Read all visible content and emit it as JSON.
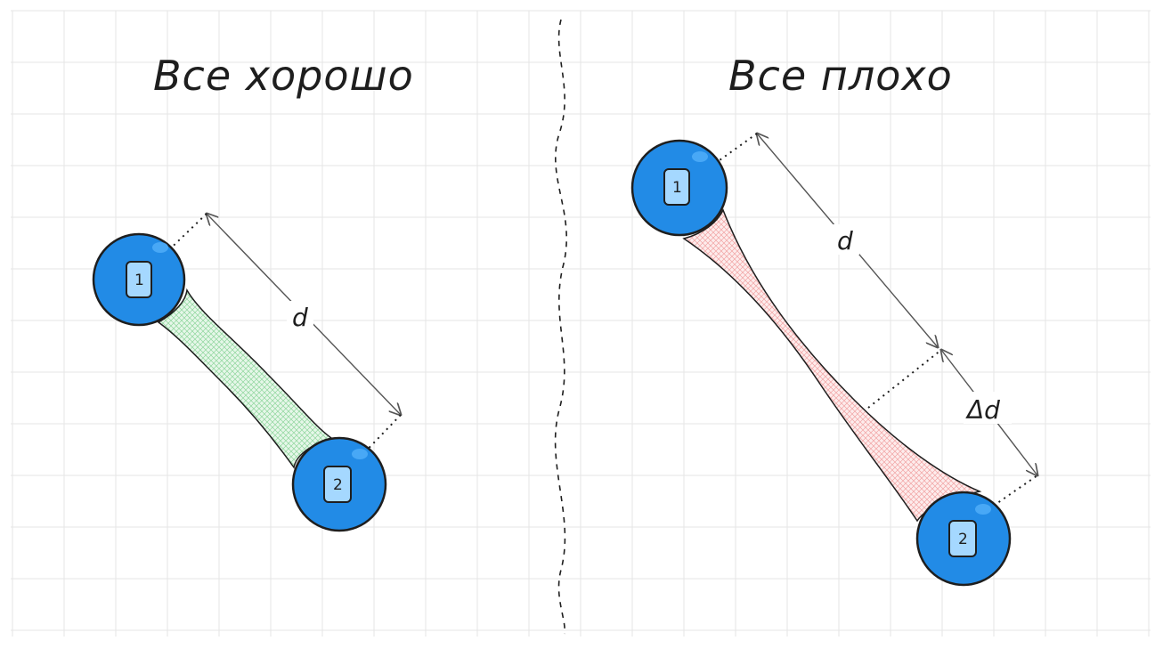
{
  "diagram": {
    "left_panel": {
      "title": "Все хорошо",
      "atom1_label": "1",
      "atom2_label": "2",
      "distance_label": "d",
      "bond_color": "#b2f2bb"
    },
    "right_panel": {
      "title": "Все плохо",
      "atom1_label": "1",
      "atom2_label": "2",
      "distance_label": "d",
      "delta_label": "Δd",
      "bond_color": "#ffc9c9"
    },
    "colors": {
      "atom_fill": "#228be6",
      "atom_highlight": "#4dabf7",
      "stroke": "#1e1e1e",
      "grid": "#e6e6e6",
      "label_box_fill": "#a5d8ff"
    }
  }
}
